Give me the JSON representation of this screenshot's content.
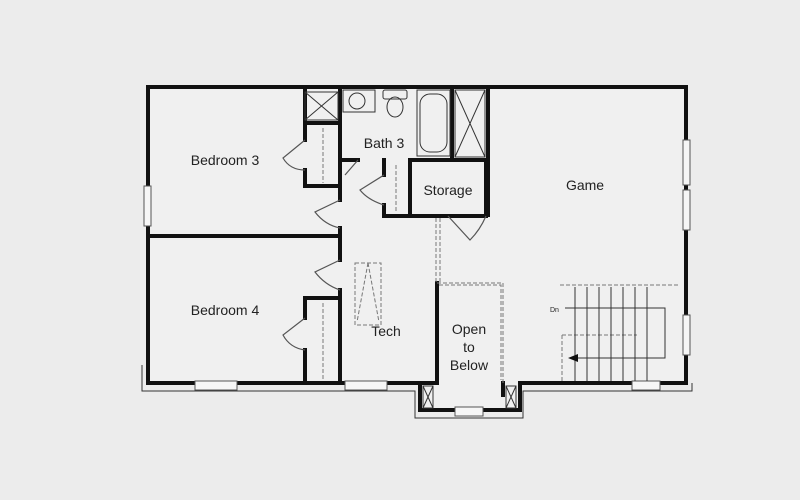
{
  "plan": {
    "rooms": {
      "bedroom3": "Bedroom 3",
      "bedroom4": "Bedroom 4",
      "bath3": "Bath 3",
      "storage": "Storage",
      "game": "Game",
      "tech": "Tech",
      "open_to_below": [
        "Open",
        "to",
        "Below"
      ]
    },
    "stair_label": "Dn"
  },
  "colors": {
    "background": "#ececec",
    "floor": "#f0f0f0",
    "wall": "#111111"
  }
}
